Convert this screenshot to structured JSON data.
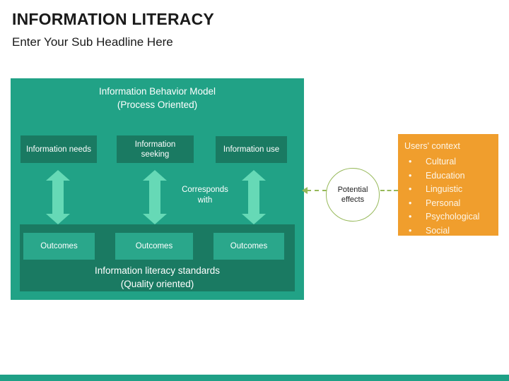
{
  "slide": {
    "title": "INFORMATION LITERACY",
    "subtitle": "Enter Your Sub Headline Here"
  },
  "model": {
    "title_line1": "Information Behavior Model",
    "title_line2": "(Process Oriented)",
    "stages": [
      "Information needs",
      "Information seeking",
      "Information use"
    ],
    "corresponds_line1": "Corresponds",
    "corresponds_line2": "with"
  },
  "standards": {
    "outcomes": [
      "Outcomes",
      "Outcomes",
      "Outcomes"
    ],
    "title_line1": "Information literacy standards",
    "title_line2": "(Quality oriented)"
  },
  "effects": {
    "line1": "Potential",
    "line2": "effects"
  },
  "users_context": {
    "title": "Users' context",
    "bullet": "•",
    "items": [
      "Cultural",
      "Education",
      "Linguistic",
      "Personal",
      "Psychological",
      "Social"
    ]
  },
  "colors": {
    "teal": "#21A286",
    "dark-green": "#1A7A62",
    "outcome-green": "#2AA78B",
    "mint": "#66D9B6",
    "olive": "#97B95A",
    "orange": "#F09E2D",
    "footer": "#1FA086",
    "cream": "#FDF6E9",
    "text-dark": "#1A1A1A"
  }
}
